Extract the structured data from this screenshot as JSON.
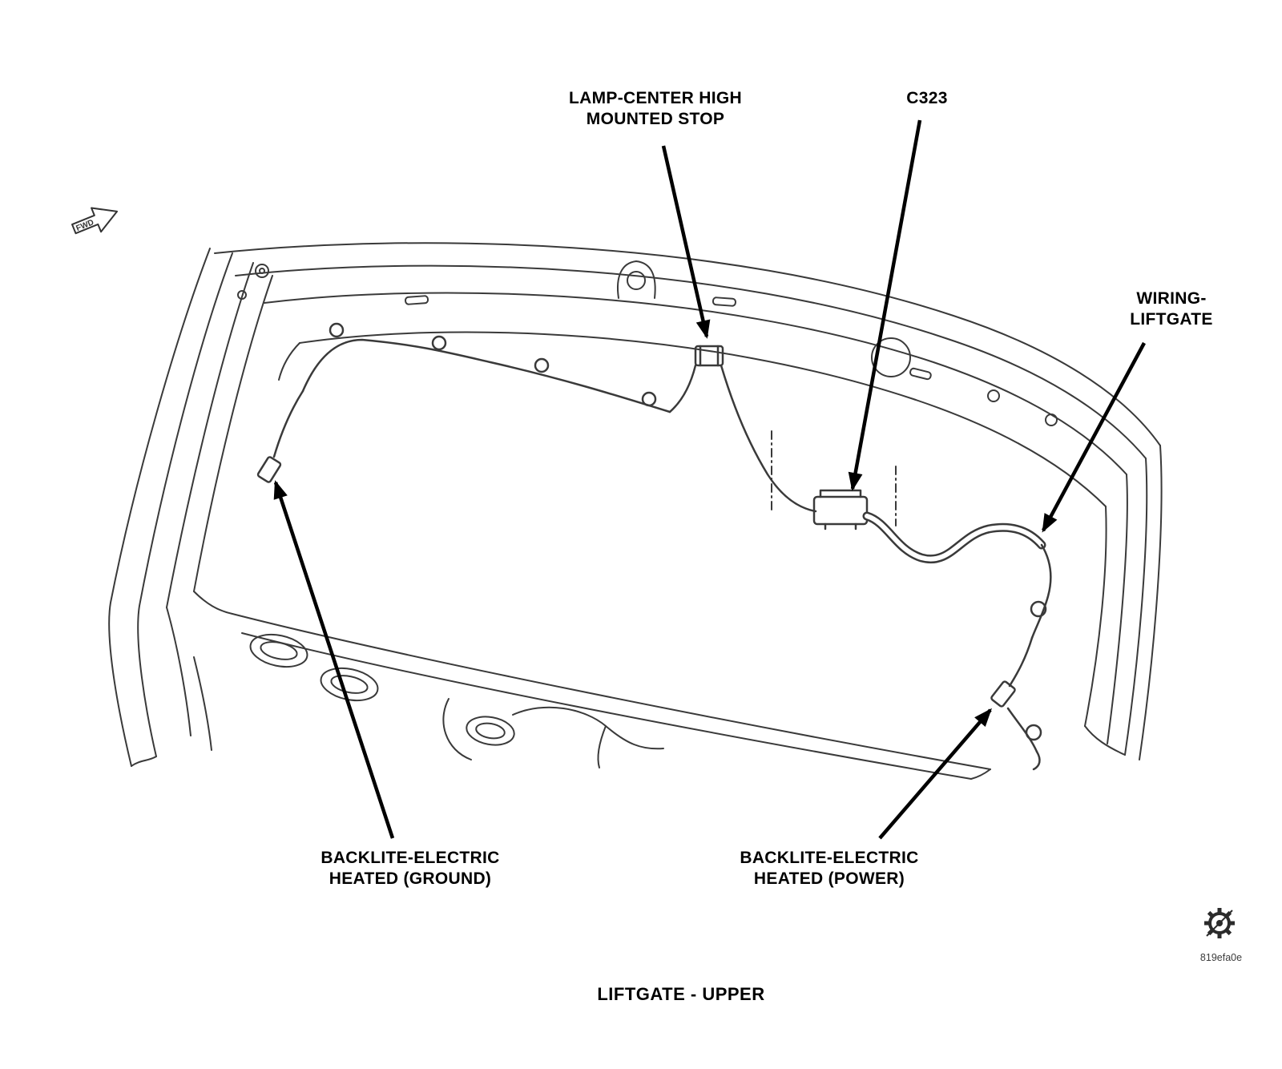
{
  "diagram": {
    "title": "LIFTGATE - UPPER",
    "figure_code": "819efa0e",
    "fwd_label": "FWD",
    "labels": {
      "chmsl": {
        "line1": "LAMP-CENTER HIGH",
        "line2": "MOUNTED STOP"
      },
      "c323": {
        "line1": "C323"
      },
      "wiring": {
        "line1": "WIRING-",
        "line2": "LIFTGATE"
      },
      "ground": {
        "line1": "BACKLITE-ELECTRIC",
        "line2": "HEATED (GROUND)"
      },
      "power": {
        "line1": "BACKLITE-ELECTRIC",
        "line2": "HEATED (POWER)"
      }
    },
    "colors": {
      "line": "#3a3a3a",
      "arrow": "#000000",
      "background": "#ffffff"
    }
  }
}
